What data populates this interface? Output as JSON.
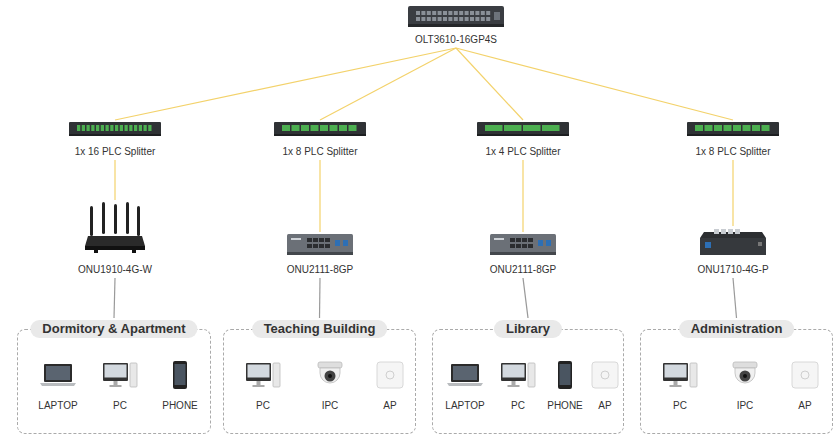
{
  "diagram": {
    "nodes": [
      {
        "text": [
          "OLT3610-16GP4S"
        ]
      },
      {
        "text": [
          "1x 16 PLC Splitter"
        ]
      },
      {
        "text": [
          "1x 8 PLC Splitter"
        ]
      },
      {
        "text": [
          "1x 4 PLC Splitter"
        ]
      },
      {
        "text": [
          "1x 8 PLC Splitter"
        ]
      },
      {
        "text": [
          "ONU1910-4G-W"
        ]
      },
      {
        "text": [
          "ONU2111-8GP"
        ]
      },
      {
        "text": [
          "ONU2111-8GP"
        ]
      },
      {
        "text": [
          "ONU1710-4G-P"
        ]
      },
      {
        "text": [
          "Dormitory & Apartment"
        ]
      },
      {
        "text": [
          "LAPTOP"
        ],
        "in": 9
      },
      {
        "text": [
          "PC"
        ],
        "in": 9
      },
      {
        "text": [
          "PHONE"
        ],
        "in": 9
      },
      {
        "text": [
          "Teaching Building"
        ]
      },
      {
        "text": [
          "PC"
        ],
        "in": 13
      },
      {
        "text": [
          "IPC"
        ],
        "in": 13
      },
      {
        "text": [
          "AP"
        ],
        "in": 13
      },
      {
        "text": [
          "Library"
        ]
      },
      {
        "text": [
          "LAPTOP"
        ],
        "in": 17
      },
      {
        "text": [
          "PC"
        ],
        "in": 17
      },
      {
        "text": [
          "PHONE"
        ],
        "in": 17
      },
      {
        "text": [
          "AP"
        ],
        "in": 17
      },
      {
        "text": [
          "Administration"
        ]
      },
      {
        "text": [
          "PC"
        ],
        "in": 22
      },
      {
        "text": [
          "IPC"
        ],
        "in": 22
      },
      {
        "text": [
          "AP"
        ],
        "in": 22
      }
    ],
    "edges": [
      {
        "from": 0,
        "to": 1,
        "arrow": "none"
      },
      {
        "from": 0,
        "to": 2,
        "arrow": "none"
      },
      {
        "from": 0,
        "to": 3,
        "arrow": "none"
      },
      {
        "from": 0,
        "to": 4,
        "arrow": "none"
      },
      {
        "from": 1,
        "to": 5,
        "arrow": "none"
      },
      {
        "from": 2,
        "to": 6,
        "arrow": "none"
      },
      {
        "from": 3,
        "to": 7,
        "arrow": "none"
      },
      {
        "from": 4,
        "to": 8,
        "arrow": "none"
      },
      {
        "from": 5,
        "to": 9,
        "arrow": "none"
      },
      {
        "from": 6,
        "to": 13,
        "arrow": "none"
      },
      {
        "from": 7,
        "to": 17,
        "arrow": "none"
      },
      {
        "from": 8,
        "to": 22,
        "arrow": "none"
      }
    ]
  }
}
